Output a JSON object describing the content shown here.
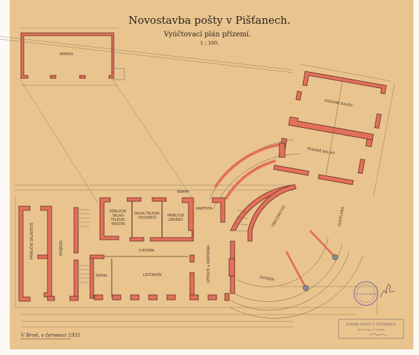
{
  "title": "Novostavba pošty v Pišťanech.",
  "subtitle": "Vyúčtovací plán přízemí.",
  "scale": "1 : 100.",
  "signature_line": "V Brně, v červenci 1931",
  "rooms": {
    "remiza": "REMIZA",
    "dodane_baliky": "DODANÉ BALÍKY",
    "podane_baliky": "PODANÉ BALÍKY",
    "prirucni_skladiste": "PŘÍRUČNÍ SKLADIŠTĚ",
    "prujezd": "PRŮJEZD",
    "prirucni_sklad": "PŘÍRUČNÍ SKLAD TELEGR. MAŠTIN",
    "dilna": "DÍLNA TELEGR. DOZORCŮ",
    "prirucni_zaveru": "PŘÍRUČNÍ ZÁVĚRŮ",
    "chodba": "CHODBA",
    "satna": "ŠATNA",
    "listonosi": "LISTONOŠI",
    "kartista": "KARTISTA",
    "spedice": "SPEDICE a KARTÁRNA",
    "obecenstvo": "OBECENSTVO",
    "oddeleno": "ODDĚLENO",
    "dvorek": "DVOREK",
    "rampa": "RAMPA"
  },
  "stamps": {
    "round_stamp": "Schváleno PRAHA",
    "rect_stamp": "STAVBA POŠTY V PIŠŤANECH",
    "rect_stamp_sub": "Stavitel Ing. A. Dvořák"
  },
  "colors": {
    "paper": "#e9c48e",
    "wall": "#e2705a",
    "ink": "#5a2a20"
  }
}
